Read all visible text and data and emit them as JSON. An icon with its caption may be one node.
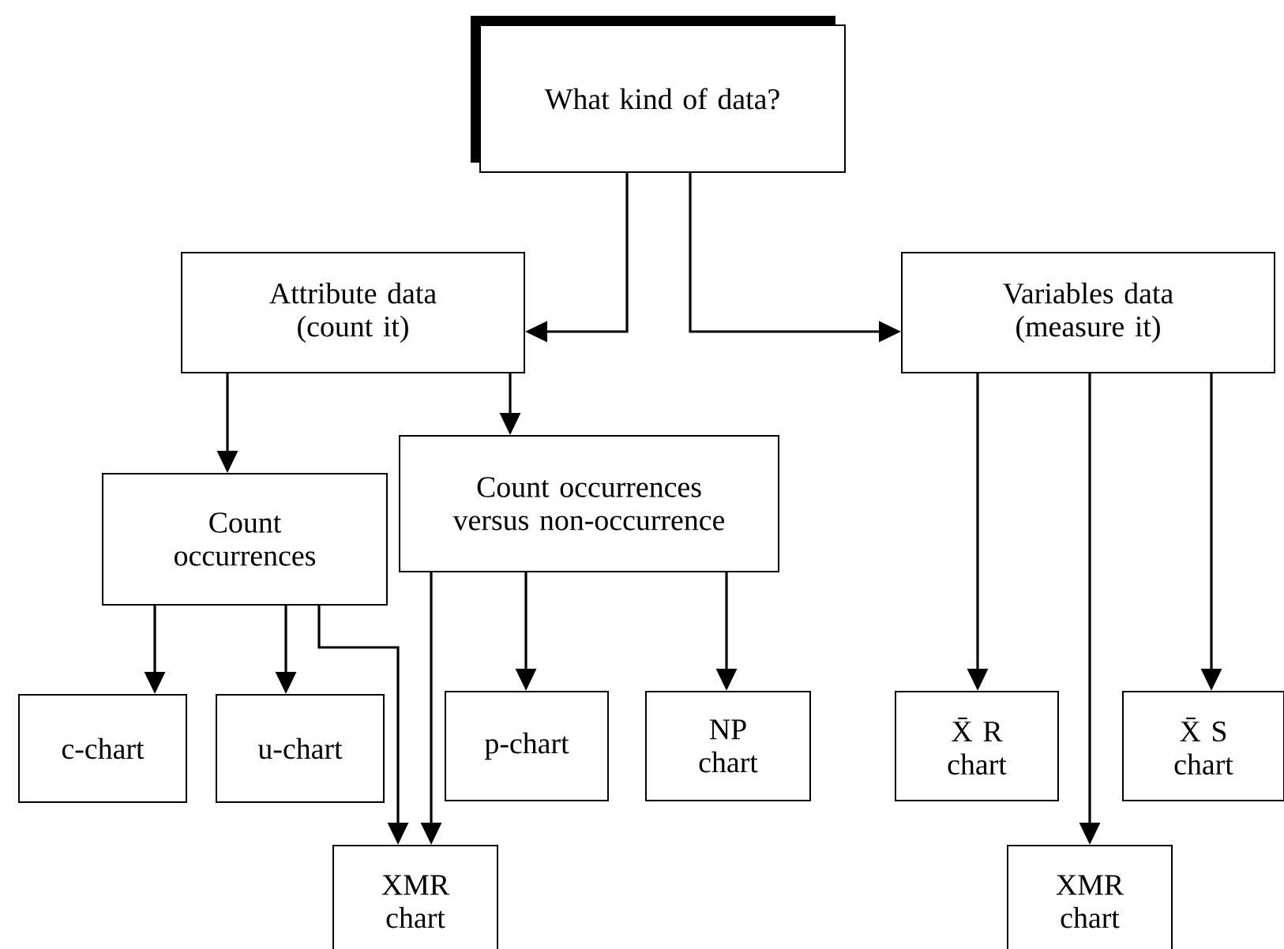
{
  "diagram": {
    "nodes": [
      {
        "text": [
          "What kind of data?"
        ]
      },
      {
        "text": [
          "Attribute data (count it)"
        ]
      },
      {
        "text": [
          "Variables data (measure it)"
        ]
      },
      {
        "text": [
          "Count occurrences"
        ]
      },
      {
        "text": [
          "Count occurrences versus non-occurrence"
        ]
      },
      {
        "text": [
          "c-chart"
        ]
      },
      {
        "text": [
          "u-chart"
        ]
      },
      {
        "text": [
          "p-chart"
        ]
      },
      {
        "text": [
          "NP chart"
        ]
      },
      {
        "text": [
          "XMR chart"
        ]
      },
      {
        "text": [
          "X̄ R chart"
        ]
      },
      {
        "text": [
          "X̄ S chart"
        ]
      },
      {
        "text": [
          "XMR chart"
        ]
      }
    ],
    "edges": [
      {
        "from": 0,
        "to": 1,
        "arrow": "to"
      },
      {
        "from": 0,
        "to": 2,
        "arrow": "to"
      },
      {
        "from": 1,
        "to": 3,
        "arrow": "to"
      },
      {
        "from": 1,
        "to": 4,
        "arrow": "to"
      },
      {
        "from": 3,
        "to": 5,
        "arrow": "to"
      },
      {
        "from": 3,
        "to": 6,
        "arrow": "to"
      },
      {
        "from": 3,
        "to": 9,
        "arrow": "to"
      },
      {
        "from": 4,
        "to": 9,
        "arrow": "to"
      },
      {
        "from": 4,
        "to": 7,
        "arrow": "to"
      },
      {
        "from": 4,
        "to": 8,
        "arrow": "to"
      },
      {
        "from": 2,
        "to": 10,
        "arrow": "to"
      },
      {
        "from": 2,
        "to": 12,
        "arrow": "to"
      },
      {
        "from": 2,
        "to": 11,
        "arrow": "to"
      }
    ]
  }
}
